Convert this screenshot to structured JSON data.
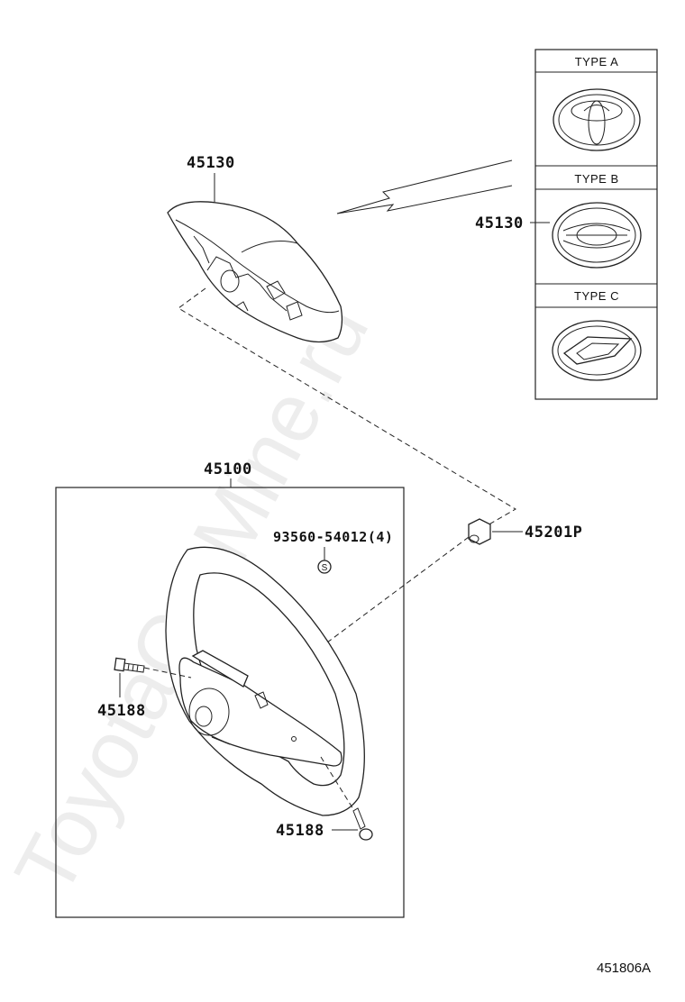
{
  "watermark": "ToyotaCarMine.ru",
  "labels": {
    "pad_top": "45130",
    "pad_side": "45130",
    "wheel": "45100",
    "screw": "93560-54012(4)",
    "nut": "45201P",
    "bolt_left": "45188",
    "bolt_bottom": "45188"
  },
  "emblem_types": [
    "TYPE A",
    "TYPE B",
    "TYPE C"
  ],
  "diagram_code": "451806A",
  "icons": {
    "emblem_a": "toyota-emblem-icon",
    "emblem_b": "oval-emblem-icon",
    "emblem_c": "daihatsu-emblem-icon",
    "screw_marker": "s-circle-icon"
  }
}
